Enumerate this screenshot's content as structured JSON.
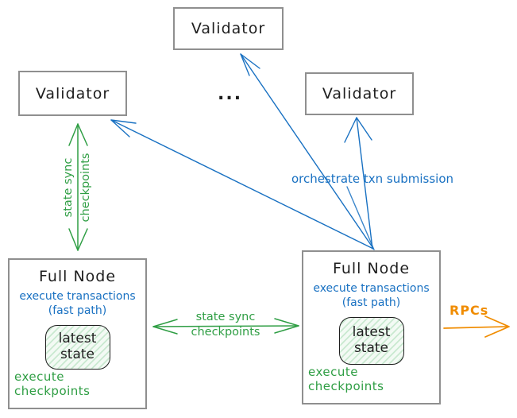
{
  "colors": {
    "blue": "#1971c2",
    "green": "#2f9e44",
    "orange": "#f08c00",
    "ink": "#1e1e1e",
    "box_border": "#8f8f8f",
    "state_fill": "#f3faf4",
    "state_hatch": "#c9e9d0"
  },
  "nodes": {
    "validator_top": {
      "label": "Validator"
    },
    "validator_left": {
      "label": "Validator"
    },
    "validator_right": {
      "label": "Validator"
    },
    "validators_ellipsis": "...",
    "full_node_left": {
      "title": "Full Node",
      "execute_line1": "execute transactions",
      "execute_line2": "(fast path)",
      "state_line1": "latest",
      "state_line2": "state",
      "footer": "execute checkpoints"
    },
    "full_node_right": {
      "title": "Full Node",
      "execute_line1": "execute transactions",
      "execute_line2": "(fast path)",
      "state_line1": "latest",
      "state_line2": "state",
      "footer": "execute checkpoints"
    }
  },
  "edges": {
    "validator_fullnode_sync": {
      "line1": "state sync",
      "line2": "checkpoints"
    },
    "fullnode_fullnode_sync": {
      "line1": "state sync",
      "line2": "checkpoints"
    },
    "orchestrate": {
      "label": "orchestrate txn submission"
    },
    "rpc": {
      "label": "RPCs"
    }
  }
}
